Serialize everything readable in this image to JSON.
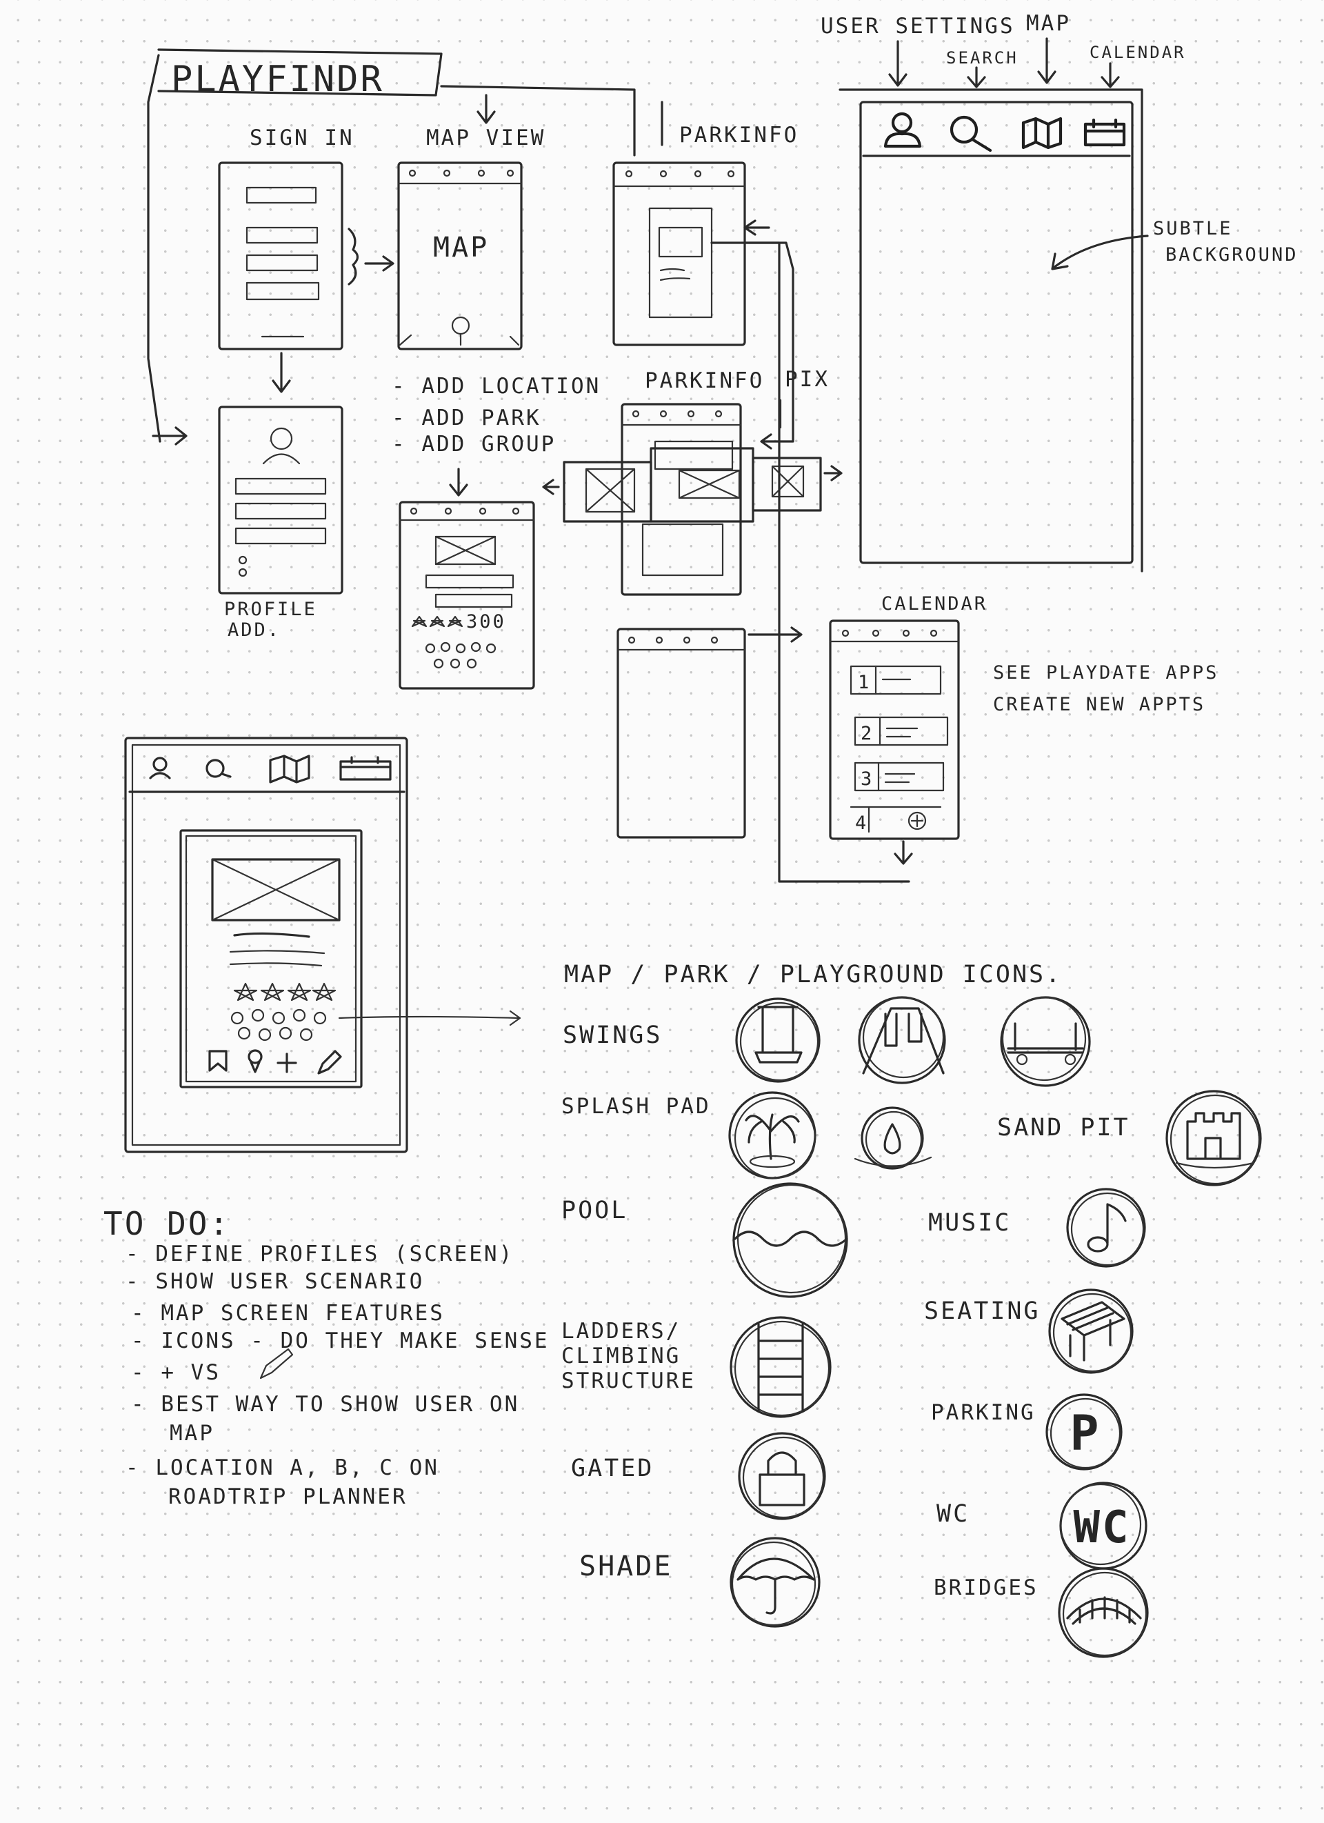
{
  "title": "PLAYFINDR",
  "screens": {
    "sign_in": "SIGN IN",
    "map_view": "MAP VIEW",
    "park_info": "PARKINFO",
    "park_info_2": "PARKINFO",
    "pix": "PIX",
    "map_text": "MAP",
    "profile_add_1": "PROFILE",
    "profile_add_2": "ADD.",
    "calendar": "CALENDAR"
  },
  "map_options": [
    "- ADD LOCATION",
    "- ADD PARK",
    "- ADD GROUP"
  ],
  "top_bar": {
    "user_settings": "USER SETTINGS",
    "search": "SEARCH",
    "map": "MAP",
    "calendar": "CALENDAR",
    "subtle_1": "SUBTLE",
    "subtle_2": "BACKGROUND"
  },
  "calendar_notes": [
    "SEE PLAYDATE APPS",
    "CREATE NEW APPTS"
  ],
  "calendar_rows": [
    "1",
    "2",
    "3",
    "4"
  ],
  "icons": {
    "heading": "MAP / PARK / PLAYGROUND ICONS.",
    "swings": "SWINGS",
    "splash_pad": "SPLASH PAD",
    "sand_pit": "SAND PIT",
    "pool": "POOL",
    "music": "MUSIC",
    "seating": "SEATING",
    "ladders_1": "LADDERS/",
    "ladders_2": "CLIMBING",
    "ladders_3": "STRUCTURE",
    "parking": "PARKING",
    "gated": "GATED",
    "wc": "WC",
    "wc_glyph": "WC",
    "shade": "SHADE",
    "bridges": "BRIDGES",
    "parking_glyph": "P"
  },
  "todo": {
    "heading": "TO DO:",
    "items": [
      "- DEFINE PROFILES (SCREEN)",
      "- SHOW USER SCENARIO",
      "- MAP SCREEN FEATURES",
      "- ICONS - DO THEY MAKE SENSE",
      "- + VS",
      "- BEST WAY TO SHOW USER ON",
      "MAP",
      "- LOCATION A, B, C ON",
      "ROADTRIP PLANNER"
    ]
  }
}
